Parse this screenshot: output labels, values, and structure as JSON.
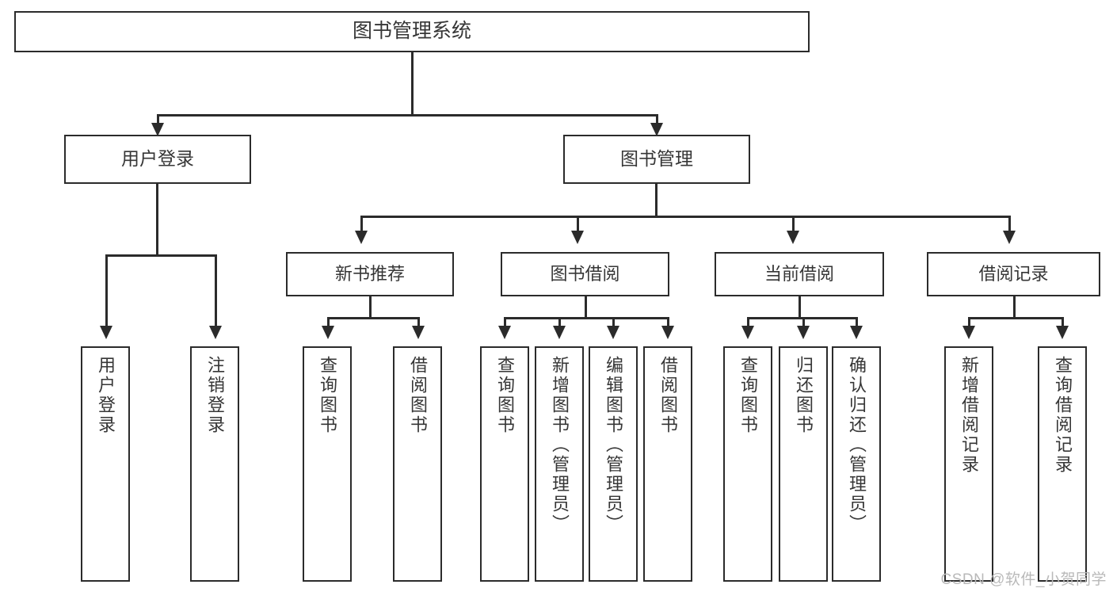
{
  "diagram": {
    "type": "tree",
    "title": "图书管理系统",
    "root": {
      "label": "图书管理系统"
    },
    "level2": [
      {
        "label": "用户登录"
      },
      {
        "label": "图书管理"
      }
    ],
    "level3": [
      {
        "label": "新书推荐"
      },
      {
        "label": "图书借阅"
      },
      {
        "label": "当前借阅"
      },
      {
        "label": "借阅记录"
      }
    ],
    "leaves": {
      "user_login": [
        {
          "label": "用户登录"
        },
        {
          "label": "注销登录"
        }
      ],
      "new_book_recommend": [
        {
          "label": "查询图书"
        },
        {
          "label": "借阅图书"
        }
      ],
      "book_borrow": [
        {
          "label": "查询图书"
        },
        {
          "label": "新增图书（管理员）"
        },
        {
          "label": "编辑图书（管理员）"
        },
        {
          "label": "借阅图书"
        }
      ],
      "current_borrow": [
        {
          "label": "查询图书"
        },
        {
          "label": "归还图书"
        },
        {
          "label": "确认归还（管理员）"
        }
      ],
      "borrow_record": [
        {
          "label": "新增借阅记录"
        },
        {
          "label": "查询借阅记录"
        }
      ]
    }
  },
  "watermark": {
    "text": "CSDN @软件_小贺同学"
  },
  "colors": {
    "border": "#2b2b2b",
    "text": "#363636",
    "background": "#ffffff",
    "watermark": "#b9b9b9"
  }
}
